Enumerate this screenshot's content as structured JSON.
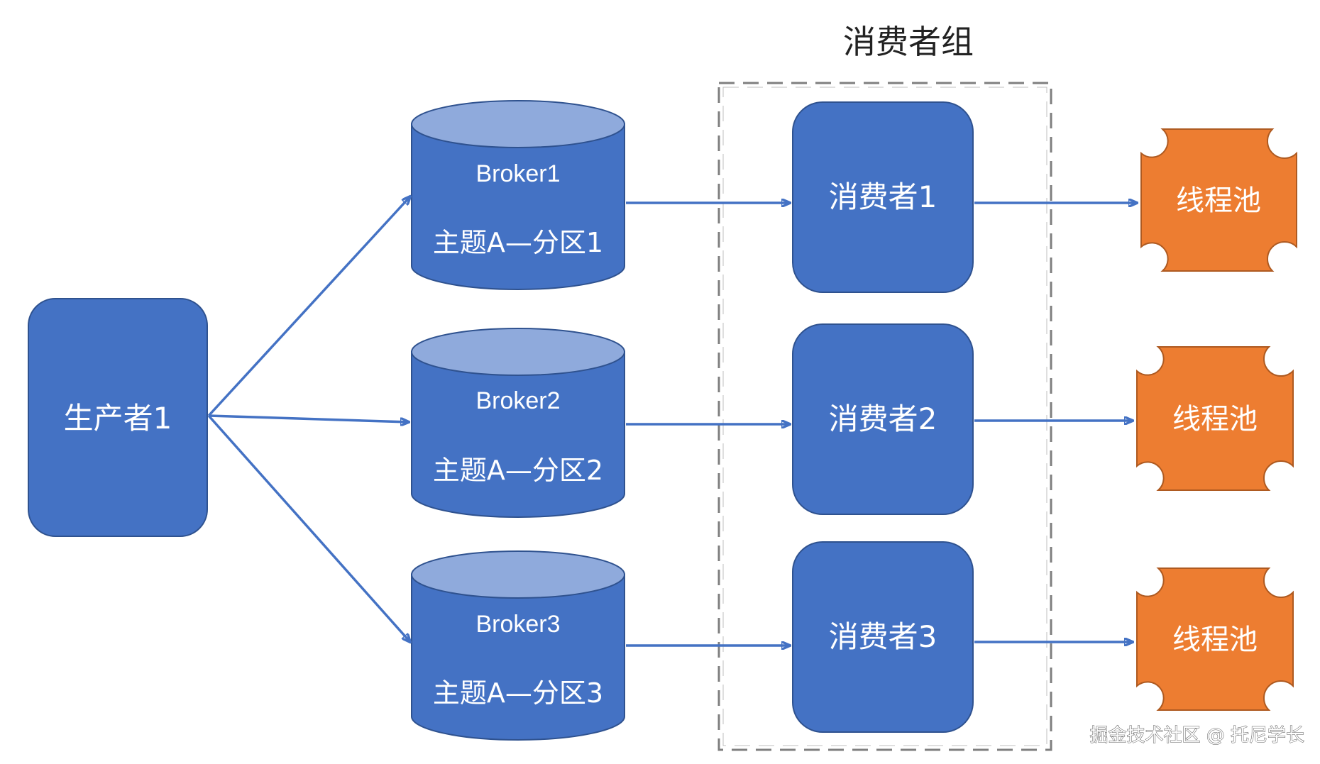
{
  "group_title": "消费者组",
  "producer": {
    "label": "生产者1"
  },
  "brokers": [
    {
      "name": "Broker1",
      "partition": "主题A—分区1"
    },
    {
      "name": "Broker2",
      "partition": "主题A—分区2"
    },
    {
      "name": "Broker3",
      "partition": "主题A—分区3"
    }
  ],
  "consumers": [
    {
      "label": "消费者1"
    },
    {
      "label": "消费者2"
    },
    {
      "label": "消费者3"
    }
  ],
  "thread_pools": [
    {
      "label": "线程池"
    },
    {
      "label": "线程池"
    },
    {
      "label": "线程池"
    }
  ],
  "watermark": "掘金技术社区 @ 托尼学长",
  "colors": {
    "blue": "#4472C4",
    "blue_dark": "#2F528F",
    "cylinder_top": "#8FAADC",
    "orange": "#ED7D31",
    "orange_dark": "#AE5A21",
    "arrow": "#4472C4",
    "dash": "#7F7F7F"
  }
}
